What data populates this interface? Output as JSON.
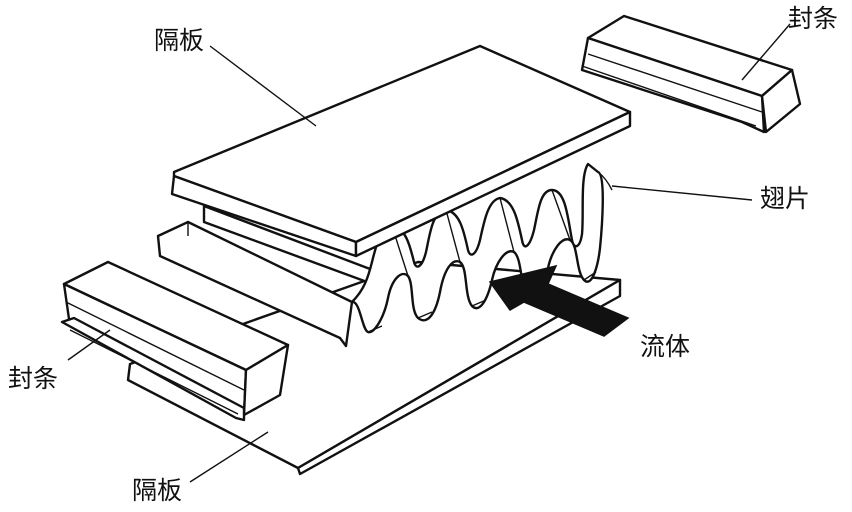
{
  "labels": {
    "top_plate": "隔板",
    "top_seal": "封条",
    "fin": "翅片",
    "fluid": "流体",
    "bottom_seal": "封条",
    "bottom_plate": "隔板"
  },
  "colors": {
    "ink": "#111111",
    "paper": "#ffffff"
  }
}
